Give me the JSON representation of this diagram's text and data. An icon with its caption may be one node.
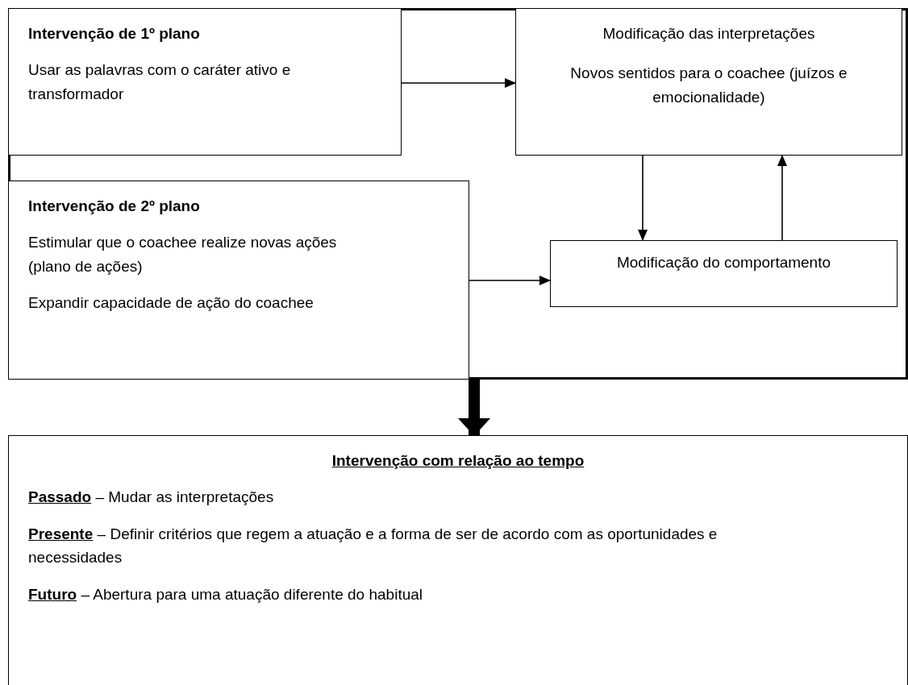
{
  "diagram": {
    "nodes": [
      {
        "text": [],
        "shape": "box"
      },
      {
        "text": [
          "Intervenção de 1º plano",
          "Usar as palavras com o caráter ativo e transformador"
        ],
        "in": 0
      },
      {
        "text": [
          "Modificação das interpretações",
          "Novos sentidos para o coachee (juízos e emocionalidade)"
        ],
        "in": 0
      },
      {
        "text": [
          "Intervenção de 2º plano",
          "Estimular que o coachee realize novas ações (plano de ações)",
          "Expandir capacidade de ação do coachee"
        ],
        "in": 0
      },
      {
        "text": [
          "Modificação do comportamento"
        ],
        "in": 0
      },
      {
        "text": [
          "Intervenção com relação ao tempo",
          "**Passado** – Mudar as interpretações",
          "**Presente** – Definir critérios que regem a atuação e a forma de ser de acordo com as oportunidades e necessidades",
          "**Futuro** – Abertura para uma atuação diferente do habitual"
        ]
      }
    ],
    "edges": [
      {
        "from": 1,
        "to": 2,
        "arrow": "to"
      },
      {
        "from": 2,
        "to": 4,
        "arrow": "to"
      },
      {
        "from": 4,
        "to": 2,
        "arrow": "to"
      },
      {
        "from": 3,
        "to": 4,
        "arrow": "to"
      },
      {
        "from": 0,
        "to": 5,
        "arrow": "to",
        "style": "thick"
      }
    ]
  }
}
